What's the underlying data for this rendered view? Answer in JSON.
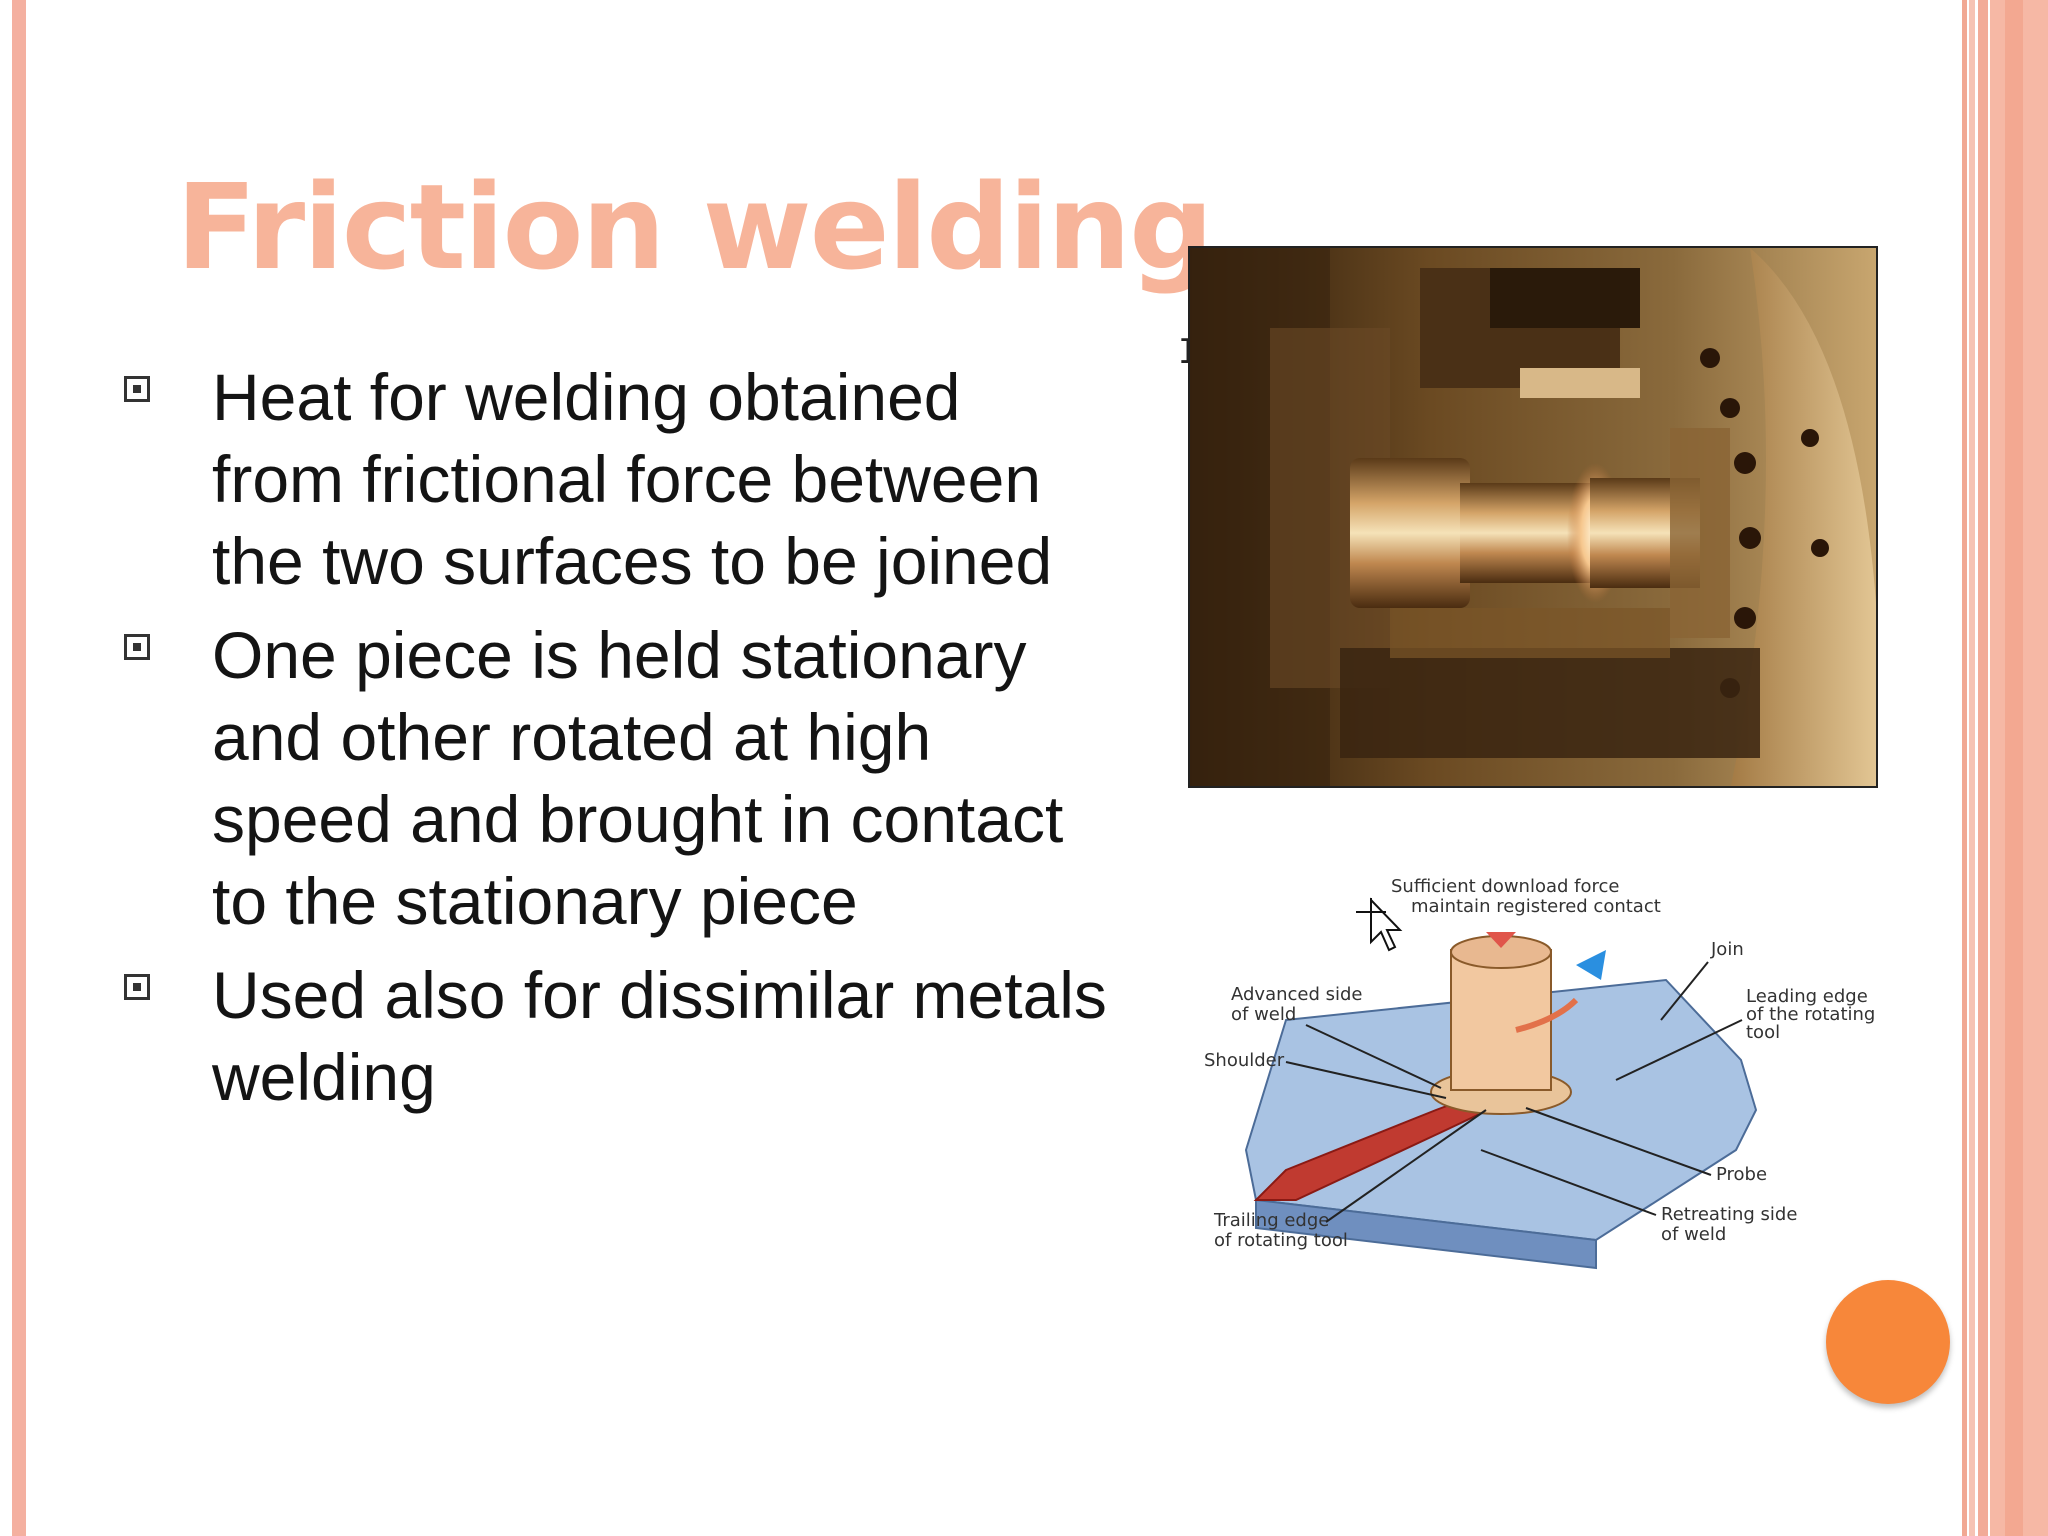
{
  "slide": {
    "title": "Friction welding",
    "bullets": [
      {
        "lines": [
          "Heat for welding obtained",
          "from frictional force between",
          "the two surfaces to be joined"
        ]
      },
      {
        "lines": [
          "One piece is held stationary",
          "and other rotated at high",
          "speed and brought in contact",
          "to the stationary piece"
        ]
      },
      {
        "lines": [
          "Used also for dissimilar metals",
          "welding"
        ]
      }
    ]
  },
  "diagram": {
    "labels": {
      "force_line1": "Sufficient download force",
      "force_line2": "maintain registered contact",
      "join": "Join",
      "advanced_line1": "Advanced side",
      "advanced_line2": "of weld",
      "leading_line1": "Leading edge",
      "leading_line2": "of the rotating",
      "leading_line3": "tool",
      "shoulder": "Shoulder",
      "probe": "Probe",
      "trailing_line1": "Trailing edge",
      "trailing_line2": "of rotating tool",
      "retreating_line1": "Retreating side",
      "retreating_line2": "of weld"
    }
  },
  "colors": {
    "title": "#f7b49a",
    "accent_circle": "#f7873a",
    "border_stripes": "#f4b0a0"
  },
  "icons": {
    "bullet": "boxed-square-bullet-icon",
    "cursor": "text-cursor-icon",
    "pointer": "move-pointer-icon"
  }
}
